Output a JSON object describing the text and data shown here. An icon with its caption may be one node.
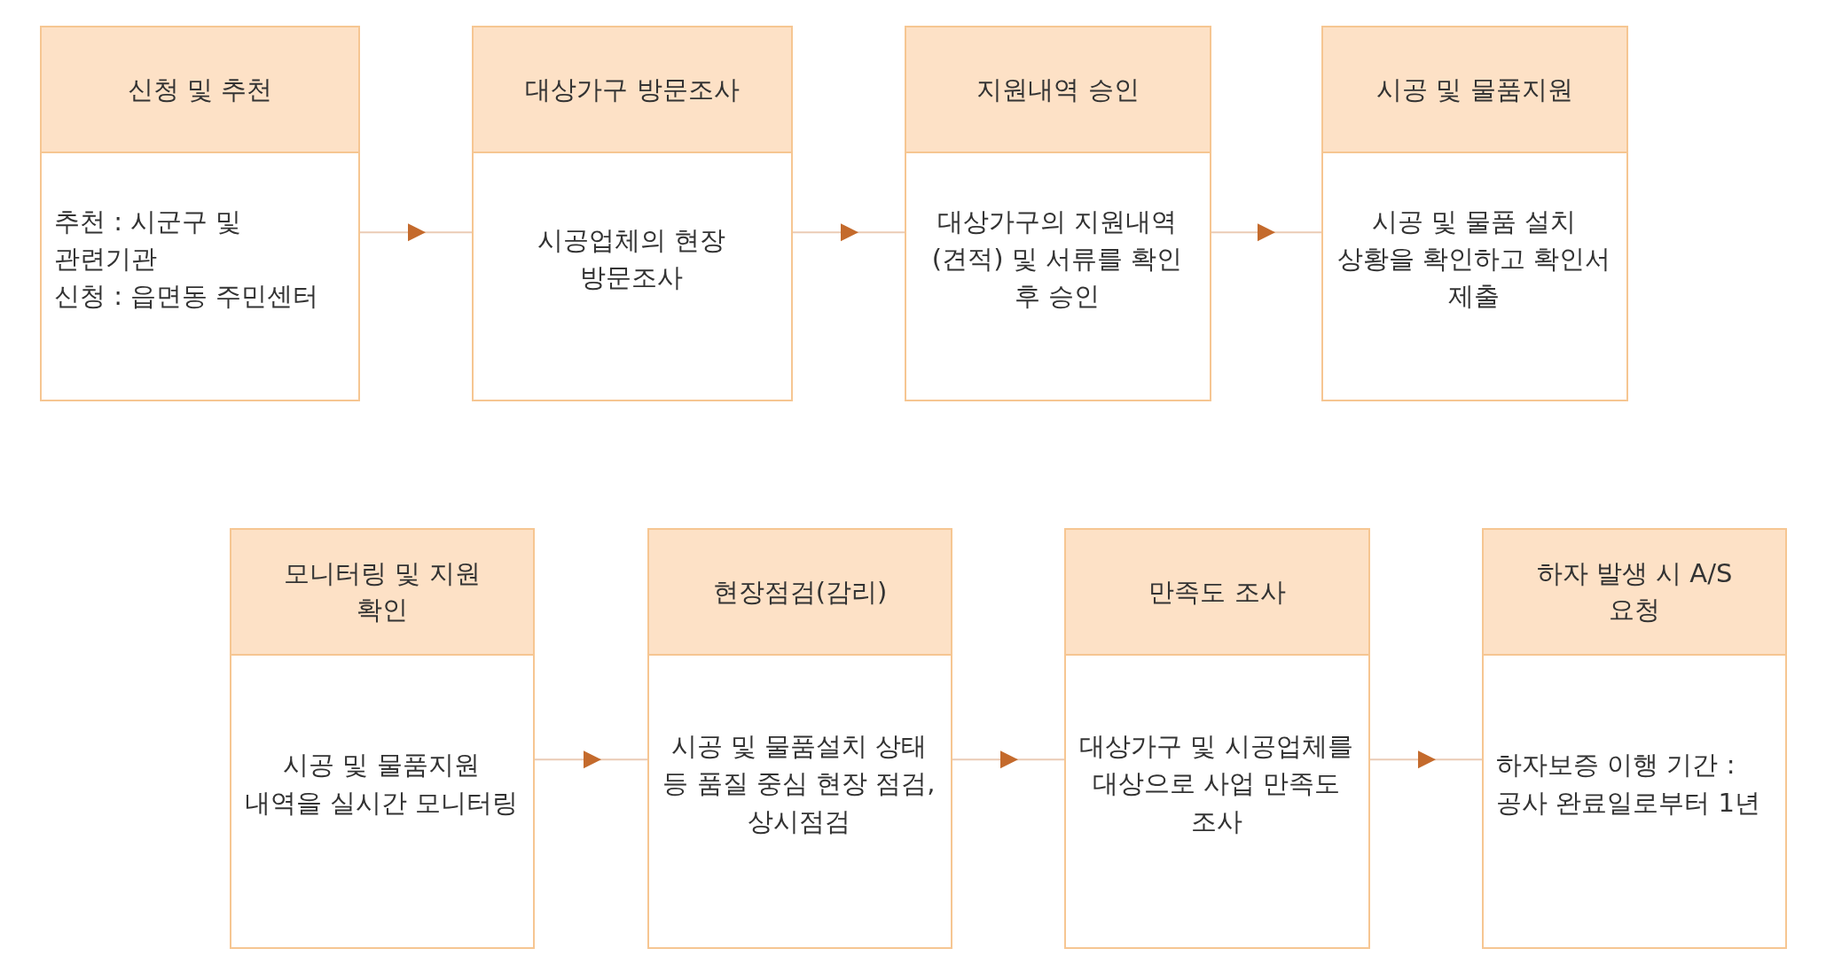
{
  "diagram": {
    "nodes": [
      {
        "text": [
          "신청 및 추천",
          "추천 : 시군구 및 관련기관",
          "신청 : 읍면동 주민센터"
        ]
      },
      {
        "text": [
          "대상가구 방문조사",
          "시공업체의 현장 방문조사"
        ]
      },
      {
        "text": [
          "지원내역 승인",
          "대상가구의 지원내역(견적) 및 서류를 확인 후 승인"
        ]
      },
      {
        "text": [
          "시공 및 물품지원",
          "시공 및 물품 설치 상황을 확인하고 확인서 제출"
        ]
      },
      {
        "text": [
          "모니터링 및 지원 확인",
          "시공 및 물품지원 내역을 실시간 모니터링"
        ]
      },
      {
        "text": [
          "현장점검(감리)",
          "시공 및 물품설치 상태 등 품질 중심 현장 점검, 상시점검"
        ]
      },
      {
        "text": [
          "만족도 조사",
          "대상가구 및 시공업체를 대상으로 사업 만족도 조사"
        ]
      },
      {
        "text": [
          "하자 발생 시 A/S 요청",
          "하자보증 이행 기간 : 공사 완료일로부터 1년"
        ]
      }
    ],
    "edges": [
      {
        "from": 0,
        "to": 1,
        "arrow": "to"
      },
      {
        "from": 1,
        "to": 2,
        "arrow": "to"
      },
      {
        "from": 2,
        "to": 3,
        "arrow": "to"
      },
      {
        "from": 4,
        "to": 5,
        "arrow": "to"
      },
      {
        "from": 5,
        "to": 6,
        "arrow": "to"
      },
      {
        "from": 6,
        "to": 7,
        "arrow": "to"
      }
    ]
  }
}
